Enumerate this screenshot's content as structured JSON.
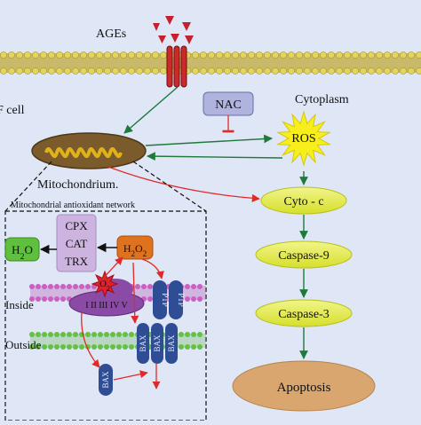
{
  "colors": {
    "background": "#dfe6f5",
    "membrane_band": "#c9b96a",
    "lipid_head": "#e2d45c",
    "receptor": "#cc2a2a",
    "ages": "#c4202e",
    "nac_box": "#b0b3dd",
    "ros_star": "#f7ee1c",
    "cascade_oval": "#e4ec44",
    "apoptosis_oval": "#d9a670",
    "mito_body": "#7b5b2b",
    "mito_stripes": "#e0b21a",
    "antioxidant_box": "#cdb3df",
    "h2o_box": "#5fbf3e",
    "h2o2_box": "#e0721e",
    "complex_blob": "#8a4aa6",
    "ptp_bax": "#2f4d94",
    "inner_membrane": "#cc5fc2",
    "outer_membrane": "#66c045",
    "green_arrow": "#1f7a3a",
    "red_arrow": "#e02a2a"
  },
  "labels": {
    "ages": "AGEs",
    "cell": "F cell",
    "nac": "NAC",
    "cytoplasm": "Cytoplasm",
    "ros": "ROS",
    "mitochondrium": "Mitochondrium.",
    "network": "Mitochondrial antioxidant network",
    "cpx": "CPX",
    "cat": "CAT",
    "trx": "TRX",
    "h2o": "H2O",
    "h2o2": "H2O2",
    "o2": "O2",
    "complexes": "I II III IV V",
    "inside": "Inside",
    "outside": "Outside",
    "ptp": "PTP",
    "bax": "BAX",
    "cyto_c": "Cyto - c",
    "caspase9": "Caspase-9",
    "caspase3": "Caspase-3",
    "apoptosis": "Apoptosis"
  }
}
